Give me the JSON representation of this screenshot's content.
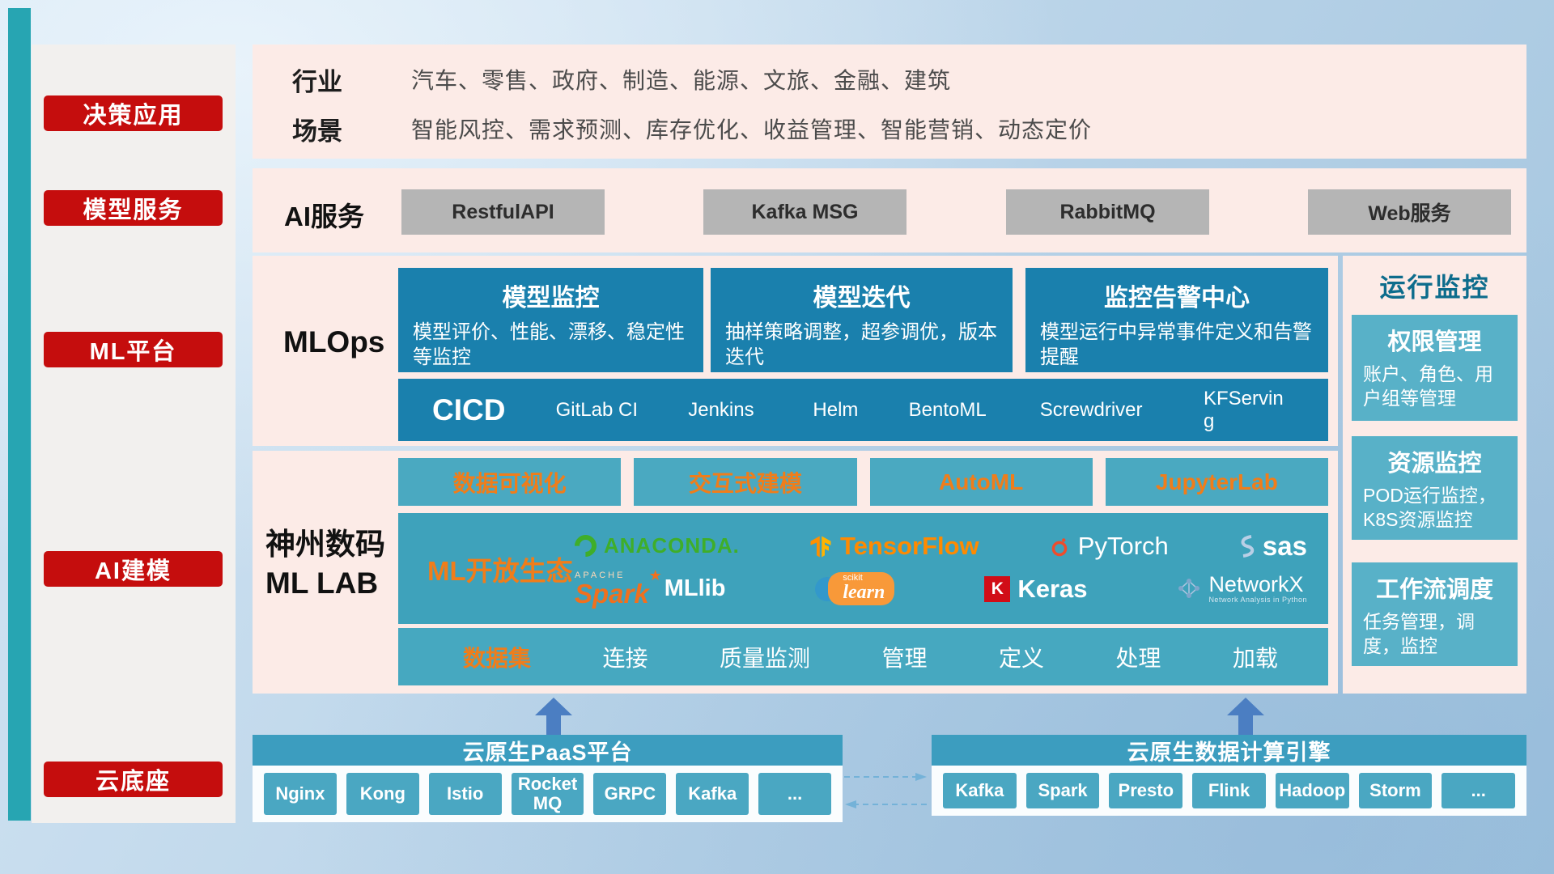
{
  "colors": {
    "red": "#c50d0d",
    "teal_dark": "#1a80ad",
    "teal_mid": "#46a8c0",
    "teal_light": "#58b1c8",
    "pink_panel": "#fcebe7",
    "orange_accent": "#f07d1a",
    "arrow_blue": "#4b7ec2"
  },
  "sidebar": {
    "items": [
      "决策应用",
      "模型服务",
      "ML平台",
      "AI建模",
      "云底座"
    ]
  },
  "industry": {
    "row1_label": "行业",
    "row1_text": "汽车、零售、政府、制造、能源、文旅、金融、建筑",
    "row2_label": "场景",
    "row2_text": "智能风控、需求预测、库存优化、收益管理、智能营销、动态定价"
  },
  "ai_service": {
    "label": "AI服务",
    "buttons": [
      "RestfulAPI",
      "Kafka MSG",
      "RabbitMQ",
      "Web服务"
    ]
  },
  "mlops": {
    "label": "MLOps",
    "cards": [
      {
        "title": "模型监控",
        "desc": "模型评价、性能、漂移、稳定性等监控"
      },
      {
        "title": "模型迭代",
        "desc": "抽样策略调整，超参调优，版本迭代"
      },
      {
        "title": "监控告警中心",
        "desc": "模型运行中异常事件定义和告警提醒"
      }
    ],
    "cicd_title": "CICD",
    "cicd_items": [
      "GitLab CI",
      "Jenkins",
      "Helm",
      "BentoML",
      "Screwdriver",
      "KFServing"
    ]
  },
  "mllab": {
    "label_line1": "神州数码",
    "label_line2": "ML LAB",
    "tools": [
      "数据可视化",
      "交互式建模",
      "AutoML",
      "JupyterLab"
    ],
    "eco_label": "ML开放生态",
    "logos": {
      "anaconda": "ANACONDA.",
      "tensorflow": "TensorFlow",
      "pytorch": "PyTorch",
      "sas": "sas",
      "spark_small": "APACHE",
      "spark": "Spark",
      "spark_star": "★",
      "mllib": "MLlib",
      "sklearn_small": "scikit",
      "sklearn": "learn",
      "keras_badge": "K",
      "keras": "Keras",
      "networkx": "NetworkX",
      "networkx_sub": "Network Analysis in Python"
    },
    "data_label": "数据集",
    "data_items": [
      "连接",
      "质量监测",
      "管理",
      "定义",
      "处理",
      "加载"
    ]
  },
  "monitor": {
    "title": "运行监控",
    "cards": [
      {
        "title": "权限管理",
        "desc": "账户、角色、用户组等管理"
      },
      {
        "title": "资源监控",
        "desc": "POD运行监控，K8S资源监控"
      },
      {
        "title": "工作流调度",
        "desc": "任务管理，调度，监控"
      }
    ]
  },
  "cloud": {
    "paas_title": "云原生PaaS平台",
    "paas_items": [
      "Nginx",
      "Kong",
      "Istio",
      "RocketMQ",
      "GRPC",
      "Kafka",
      "..."
    ],
    "engine_title": "云原生数据计算引擎",
    "engine_items": [
      "Kafka",
      "Spark",
      "Presto",
      "Flink",
      "Hadoop",
      "Storm",
      "..."
    ]
  }
}
